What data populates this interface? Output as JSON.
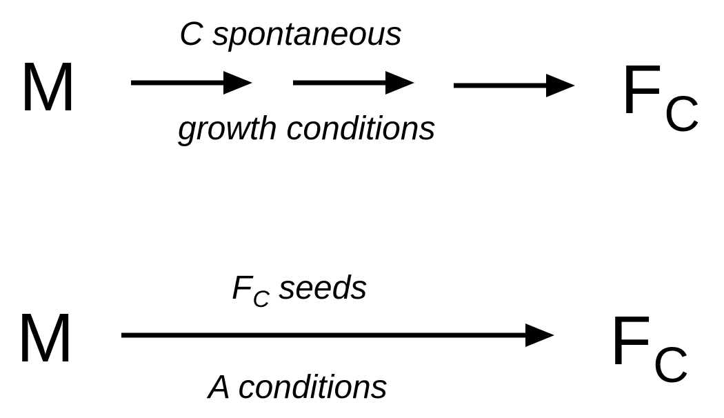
{
  "scheme_1": {
    "start_species": "M",
    "end_species_main": "F",
    "end_species_sub": "C",
    "label_top": "C  spontaneous",
    "label_bottom": "growth conditions",
    "arrow_count": 3
  },
  "scheme_2": {
    "start_species": "M",
    "end_species_main": "F",
    "end_species_sub": "C",
    "label_top_main": "F",
    "label_top_sub": "C",
    "label_top_rest": " seeds",
    "label_bottom": "A conditions",
    "arrow_count": 1
  },
  "colors": {
    "ink": "#000000",
    "background": "#ffffff"
  }
}
